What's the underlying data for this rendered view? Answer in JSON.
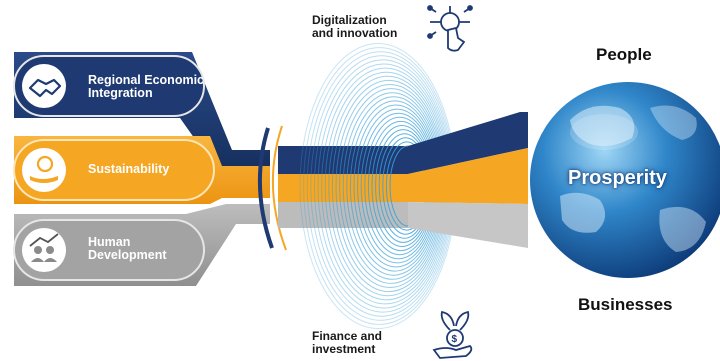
{
  "pillars": [
    {
      "label_line1": "Regional Economic",
      "label_line2": "Integration",
      "icon": "handshake-icon",
      "color": "#1f3a73"
    },
    {
      "label_line1": "Sustainability",
      "label_line2": "",
      "icon": "plant-hand-icon",
      "color": "#f5a623"
    },
    {
      "label_line1": "Human",
      "label_line2": "Development",
      "icon": "people-growth-icon",
      "color": "#a3a3a3"
    }
  ],
  "enablers": {
    "top": {
      "line1": "Digitalization",
      "line2": "and innovation",
      "icon": "digital-touch-icon"
    },
    "bottom": {
      "line1": "Finance and",
      "line2": "investment",
      "icon": "money-plant-icon"
    }
  },
  "outcome": {
    "title": "Prosperity",
    "top_label": "People",
    "bottom_label": "Businesses",
    "icon": "globe-icon"
  },
  "colors": {
    "navy": "#1f3a73",
    "orange": "#f5a623",
    "gray": "#a3a3a3",
    "ring": "#3aa0d8"
  }
}
